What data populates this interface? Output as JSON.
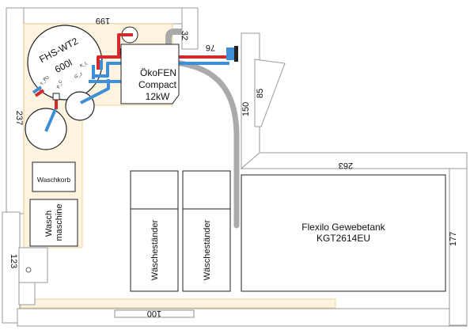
{
  "tank": {
    "model": "FHS-WT2",
    "volume": "600l"
  },
  "tank_port_labels": {
    "left_1": "T_P",
    "left_2": "O",
    "left_3": "P_C",
    "right_1": "K_L",
    "right_2": "G_J"
  },
  "boiler": {
    "brand": "ÖkoFEN",
    "model": "Compact",
    "power": "12kW"
  },
  "water_tank": {
    "brand": "Flexilo Gewebetank",
    "model": "KGT2614EU"
  },
  "fixtures": {
    "laundry_basket": "Waschkorb",
    "washing_machine": "Wasch\nmaschine",
    "drying_rack_1": "Wäscheständer",
    "drying_rack_2": "Wäscheständer"
  },
  "dimensions": {
    "top_wall": "199",
    "flue_offset": "32",
    "chimney_gap": "76",
    "left_wall": "237",
    "pillar_depth": "150",
    "window_depth": "85",
    "tank_room_wall": "263",
    "right_wall": "177",
    "bottom_left": "123",
    "bottom_wall": "100"
  },
  "colors": {
    "wall_fill": "#ffffff",
    "wall_stroke": "#999999",
    "zone_fill": "#fdf3df",
    "zone_stroke": "#e8c88a",
    "hot_pipe": "#d42a2a",
    "cold_pipe": "#3f8fd8",
    "flue": "#aaaaaa"
  }
}
